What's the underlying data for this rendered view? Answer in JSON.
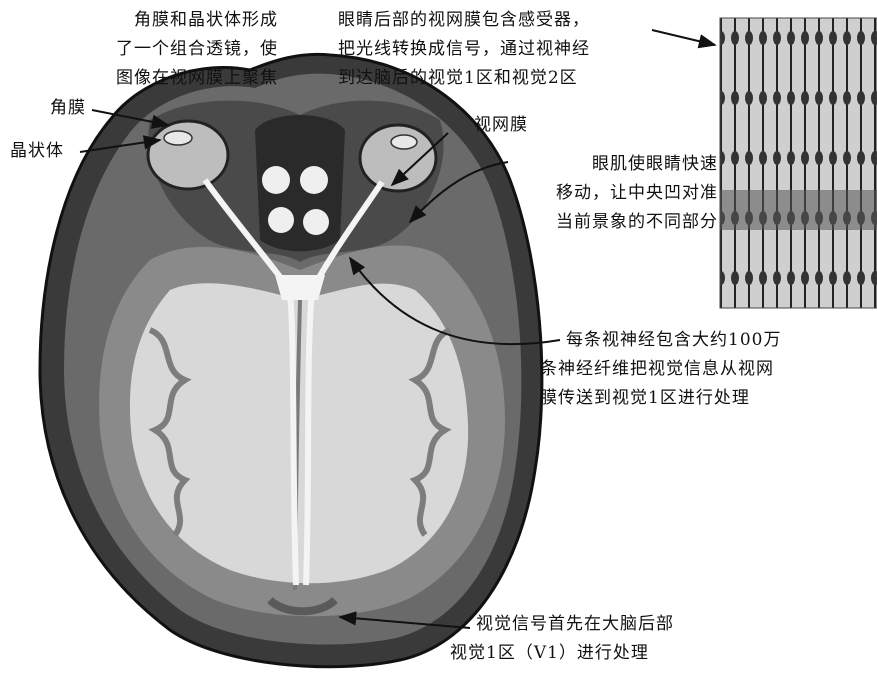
{
  "annotations": {
    "lens_combo": {
      "lines": [
        "角膜和晶状体形成",
        "了一个组合透镜，使",
        "图像在视网膜上聚焦"
      ]
    },
    "cornea": "角膜",
    "lens": "晶状体",
    "retina_receptors": {
      "lines": [
        "眼睛后部的视网膜包含感受器，",
        "把光线转换成信号，通过视神经",
        "到达脑后的视觉1区和视觉2区"
      ]
    },
    "retina": "视网膜",
    "eye_muscles": {
      "lines": [
        "眼肌使眼睛快速",
        "移动，让中央凹对准",
        "当前景象的不同部分"
      ]
    },
    "optic_nerve": {
      "lines": [
        "每条视神经包含大约100万",
        "条神经纤维把视觉信息从视网",
        "膜传送到视觉1区进行处理"
      ]
    },
    "v1": {
      "lines": [
        "视觉信号首先在大脑后部",
        "视觉1区（V1）进行处理"
      ]
    }
  },
  "colors": {
    "ink": "#111111",
    "scan_dark": "#2a2a2a",
    "grey_matter": "#8a8a8a",
    "white_matter": "#d8d8d8"
  }
}
